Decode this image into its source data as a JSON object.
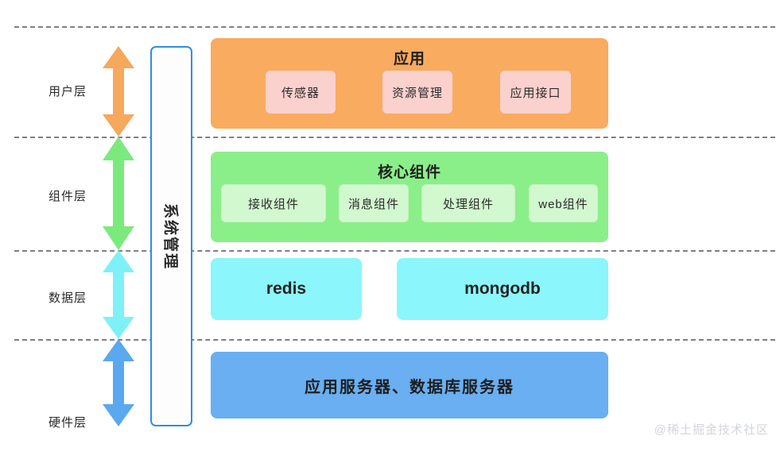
{
  "diagram": {
    "title_watermark": "@稀土掘金技术社区",
    "dividers_y": [
      33,
      172,
      315,
      427
    ],
    "layers": [
      {
        "name": "用户层",
        "arrow_color": "#f6a85c"
      },
      {
        "name": "组件层",
        "arrow_color": "#7bea7d"
      },
      {
        "name": "数据层",
        "arrow_color": "#7ef1f7"
      },
      {
        "name": "硬件层",
        "arrow_color": "#5aa8ef"
      }
    ],
    "system_management": {
      "label": "系统管理",
      "border_color": "#2f8ee0",
      "fill_color": "#fdfdfe"
    },
    "blocks": [
      {
        "id": "application",
        "title": "应用",
        "color": "#f9ab5f",
        "chip_color": "#fad1cd",
        "chips": [
          "传感器",
          "资源管理",
          "应用接口"
        ]
      },
      {
        "id": "core-components",
        "title": "核心组件",
        "color": "#8bef89",
        "chip_color": "#d2f8cf",
        "chips": [
          "接收组件",
          "消息组件",
          "处理组件",
          "web组件"
        ]
      }
    ],
    "data_stores": {
      "color": "#8bf6fb",
      "items": [
        "redis",
        "mongodb"
      ]
    },
    "hardware": {
      "label": "应用服务器、数据库服务器",
      "color": "#69aff1"
    }
  }
}
